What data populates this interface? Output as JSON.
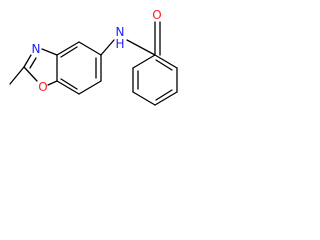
{
  "structure": {
    "atoms": {
      "nitrogen_amide": {
        "label": "N",
        "color": "#2020ff"
      },
      "hydrogen_amide": {
        "label": "H",
        "color": "#2020ff"
      },
      "oxygen_carbonyl": {
        "label": "O",
        "color": "#ff2020"
      },
      "nitrogen_oxazole": {
        "label": "N",
        "color": "#2020ff"
      },
      "oxygen_oxazole": {
        "label": "O",
        "color": "#ff2020"
      }
    },
    "bond_color": "#000000"
  }
}
